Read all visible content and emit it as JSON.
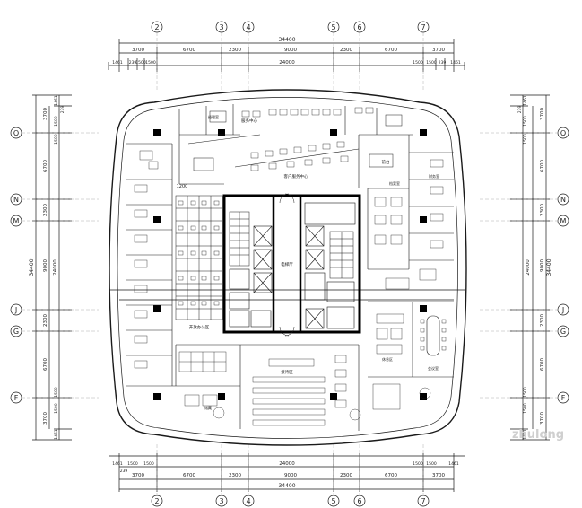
{
  "axes": {
    "top": [
      "2",
      "3",
      "4",
      "5",
      "6",
      "7"
    ],
    "bottom": [
      "2",
      "3",
      "4",
      "5",
      "6",
      "7"
    ],
    "left": [
      "Q",
      "N",
      "M",
      "J",
      "G",
      "F"
    ],
    "right": [
      "Q",
      "N",
      "M",
      "J",
      "G",
      "F"
    ]
  },
  "dims": {
    "top_total": "34400",
    "top_row": [
      "3700",
      "6700",
      "2300",
      "9000",
      "2300",
      "6700",
      "3700"
    ],
    "top_inner_total": "24000",
    "top_small_left": [
      "1461",
      "239",
      "1500",
      "1500"
    ],
    "top_small_right": [
      "1500",
      "1500",
      "239",
      "1461"
    ],
    "bottom_total": "34400",
    "bottom_row": [
      "3700",
      "6700",
      "2300",
      "9000",
      "2300",
      "6700",
      "3700"
    ],
    "bottom_inner_total": "24000",
    "bottom_small_left": [
      "1461",
      "1500",
      "1500"
    ],
    "bottom_small_right": [
      "1500",
      "1500",
      "1461"
    ],
    "bottom_small_extra": "239",
    "left_total": "34400",
    "left_inner_total": "24000",
    "left_col": [
      "3700",
      "6700",
      "2300",
      "9000",
      "2300",
      "6700",
      "3700"
    ],
    "left_small": [
      "1461",
      "239",
      "1500",
      "1500",
      "1500",
      "1500",
      "1461"
    ],
    "right_total": "34400",
    "right_inner_total": "24000",
    "right_col": [
      "3700",
      "6700",
      "2300",
      "9000",
      "2300",
      "6700",
      "3700"
    ],
    "right_small": [
      "1461",
      "239",
      "1500",
      "1500",
      "1500",
      "1500",
      "1461"
    ]
  },
  "labels": {
    "customer_center": "客户服务中心",
    "center_label_left": "服务中心",
    "lobby": "前台",
    "meeting": "会议室",
    "manager_office": "经理室",
    "open_office": "开放办公区",
    "reception": "接待区",
    "storage": "储藏",
    "elevator_hall": "电梯厅",
    "archives": "档案室",
    "finance": "财务室",
    "lounge": "休息区",
    "dim_1200": "1200"
  },
  "watermark": "zhulong",
  "colors": {
    "line": "#1a1a1a",
    "core": "#000000",
    "text": "#222222"
  }
}
